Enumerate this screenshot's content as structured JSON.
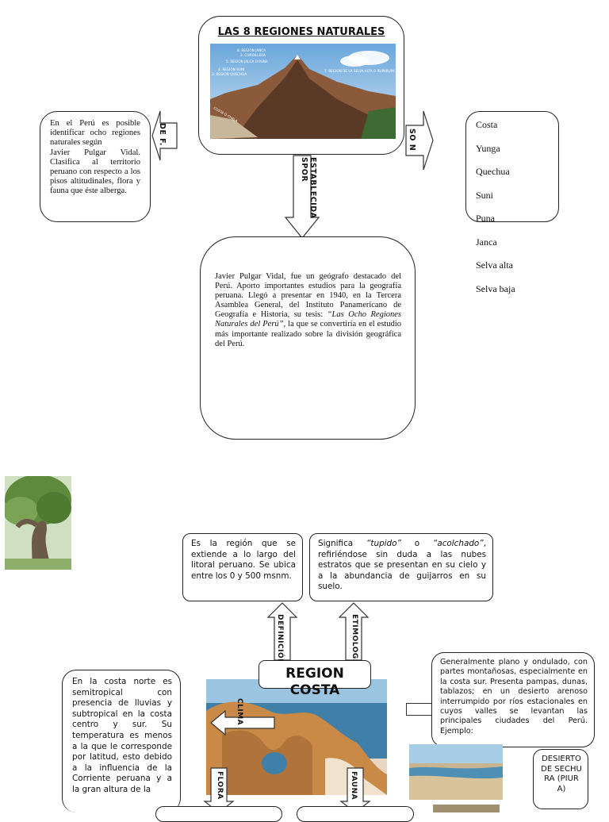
{
  "top": {
    "title": "LAS 8 REGIONES NATURALES",
    "mountain_labels": {
      "l1": "8. REGION JANCA",
      "l2": "3. CORDILLERA",
      "l3": "5. REGION JALCA O PUNA",
      "l4": "4. REGION SUNI",
      "l5": "3. REGION QUECHUA",
      "l6": "7. REGION DE LA SELVA ALTA O RUPARUPA",
      "l7": "COSTA O CHALA"
    },
    "left_text": "En el Perú es posible identificar ocho regiones naturales según\nJavier Pulgar Vidal. Clasifica al territorio peruano con respecto a los pisos altitudinales, flora y fauna que éste alberga.",
    "arrow_left_label": "DE F.",
    "arrow_right_label": "SO N",
    "arrow_down_label": "ESTABLECIDA SPOR",
    "regions": [
      "Costa",
      "Yunga",
      "Quechua",
      "Suni",
      "Puna",
      "Janca",
      "Selva alta",
      "Selva baja"
    ],
    "bio_text_before": "Javier Pulgar Vidal, fue un geógrafo destacado del Perú. Aporto importantes estudios para la geografía peruana. Llegó a presentar en 1940, en la Tercera Asamblea General, del Instituto Panamericano de Geografía e Historia, su tesis: ",
    "bio_text_italic": "“Las Ocho Regiones Naturales del Perú”",
    "bio_text_after": ", la que se convertiría en el estudio más importante realizado sobre la división geográfica del Perú."
  },
  "costa": {
    "title": "REGION COSTA",
    "definicion_label": "DEFINICIÓN",
    "definicion_text": "Es la región que se extiende a lo largo del litoral peruano. Se ubica entre los 0 y 500 msnm.",
    "etimologia_label": "ETIMOLOGÍA",
    "etimologia_before": "Significa ",
    "etimologia_i1": "“tupido”",
    "etimologia_mid": " o ",
    "etimologia_i2": "“acolchado”",
    "etimologia_after": ", refiriéndose sin duda a las nubes estratos que se presentan en su cielo y a la abundancia de guijarros en su suelo.",
    "clima_label": "CLIMA",
    "clima_text": "En la costa norte es semitropical con presencia de lluvias y subtropical en la costa centro y sur. Su temperatura es menos a la que le corresponde por latitud, esto debido a la influencia de la Corriente peruana y a la gran altura de la",
    "relieve_text": "Generalmente plano y ondulado, con partes montañosas, especialmente en la costa sur. Presenta pampas, dunas, tablazos; en un desierto arenoso interrumpido por ríos estacionales en cuyos valles se levantan las principales ciudades del Perú. Ejemplo:",
    "flora_label": "FLORA",
    "fauna_label": "FAUNA",
    "example_text": "DESIERTO DE SECHURA (PIURA)"
  },
  "colors": {
    "sky": "#7fb6e3",
    "sea": "#3f7fa8",
    "sand": "#d9a45a",
    "mountain": "#6a4a32",
    "tree": "#6b8f4a"
  }
}
